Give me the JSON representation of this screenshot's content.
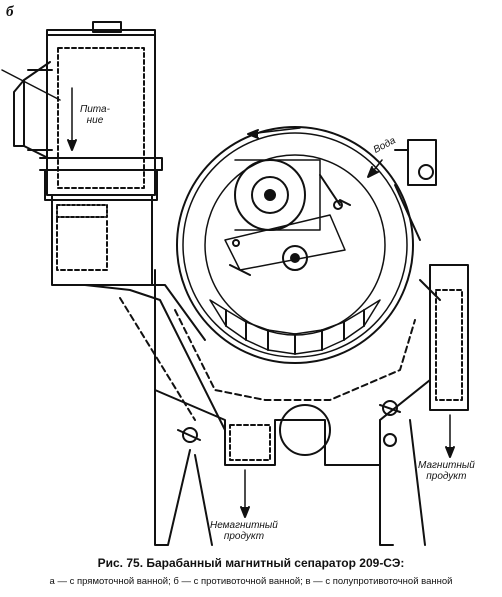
{
  "figure": {
    "letter": "б",
    "labels": {
      "feed_line1": "Пита-",
      "feed_line2": "ние",
      "water": "Вода",
      "magnetic_line1": "Магнитный",
      "magnetic_line2": "продукт",
      "nonmagnetic_line1": "Немагнитный",
      "nonmagnetic_line2": "продукт"
    }
  },
  "caption": {
    "title": "Рис. 75. Барабанный магнитный сепаратор 209-СЭ:",
    "legend": "а — с прямоточной ванной; б — с противоточной ванной; в — с полупротивоточной ванной"
  }
}
